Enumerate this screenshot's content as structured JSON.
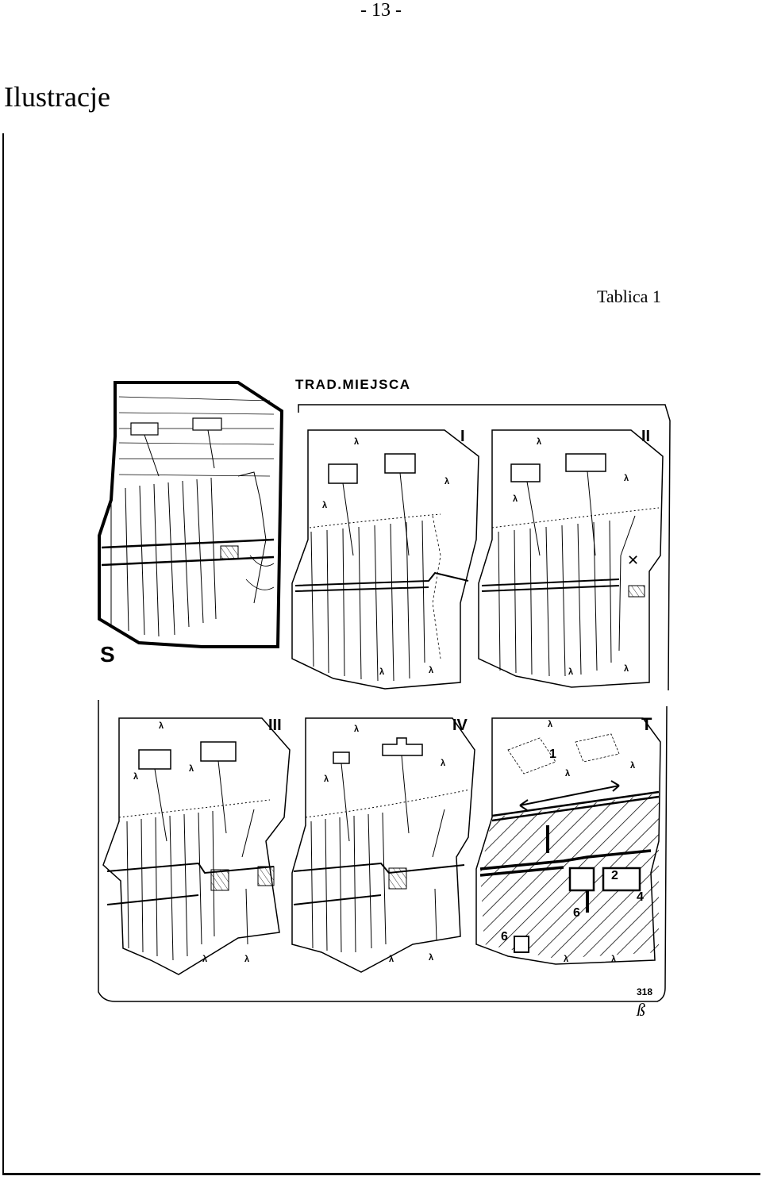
{
  "header": {
    "page_number": "- 13 -"
  },
  "section": {
    "title": "Ilustracje"
  },
  "plate": {
    "caption": "Tablica 1",
    "heading": "TRAD.MIEJSCA",
    "panels": [
      {
        "id": "s",
        "label": "S"
      },
      {
        "id": "i",
        "label": "I"
      },
      {
        "id": "ii",
        "label": "II"
      },
      {
        "id": "iii",
        "label": "III"
      },
      {
        "id": "iv",
        "label": "IV"
      },
      {
        "id": "t",
        "label": "T"
      }
    ],
    "marginalia": {
      "number": "318",
      "initials": "ß"
    }
  }
}
